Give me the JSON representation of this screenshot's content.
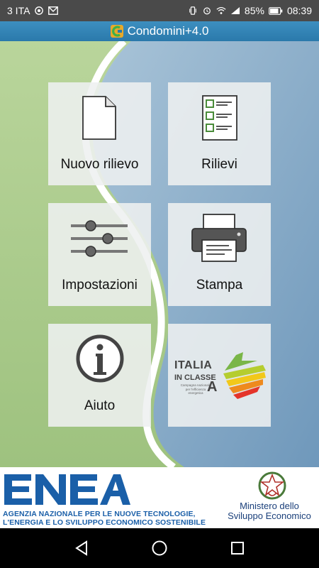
{
  "status_bar": {
    "carrier": "3 ITA",
    "battery": "85%",
    "time": "08:39"
  },
  "app": {
    "title": "Condomini+4.0"
  },
  "tiles": [
    {
      "label": "Nuovo rilievo",
      "icon": "new-document-icon"
    },
    {
      "label": "Rilievi",
      "icon": "checklist-icon"
    },
    {
      "label": "Impostazioni",
      "icon": "sliders-icon"
    },
    {
      "label": "Stampa",
      "icon": "printer-icon"
    },
    {
      "label": "Aiuto",
      "icon": "info-icon"
    },
    {
      "label": "",
      "icon": "italia-in-classe-a-logo"
    }
  ],
  "italia_logo": {
    "line1": "ITALIA",
    "line2": "IN CLASSE",
    "letter": "A",
    "tagline1": "Campagna nazionale",
    "tagline2": "per l'efficienza",
    "tagline3": "energetica"
  },
  "footer": {
    "enea_logo": "ENEA",
    "enea_line1": "AGENZIA NAZIONALE PER LE NUOVE TECNOLOGIE,",
    "enea_line2": "L'ENERGIA E LO SVILUPPO ECONOMICO SOSTENIBILE",
    "mise_line1": "Ministero dello",
    "mise_line2": "Sviluppo Economico"
  },
  "colors": {
    "title_bar": "#2f82b5",
    "status_bar": "#4a4a4a",
    "green_bg": "#a7c98a",
    "blue_bg": "#7fa5c4",
    "enea_blue": "#1a5fa8"
  }
}
